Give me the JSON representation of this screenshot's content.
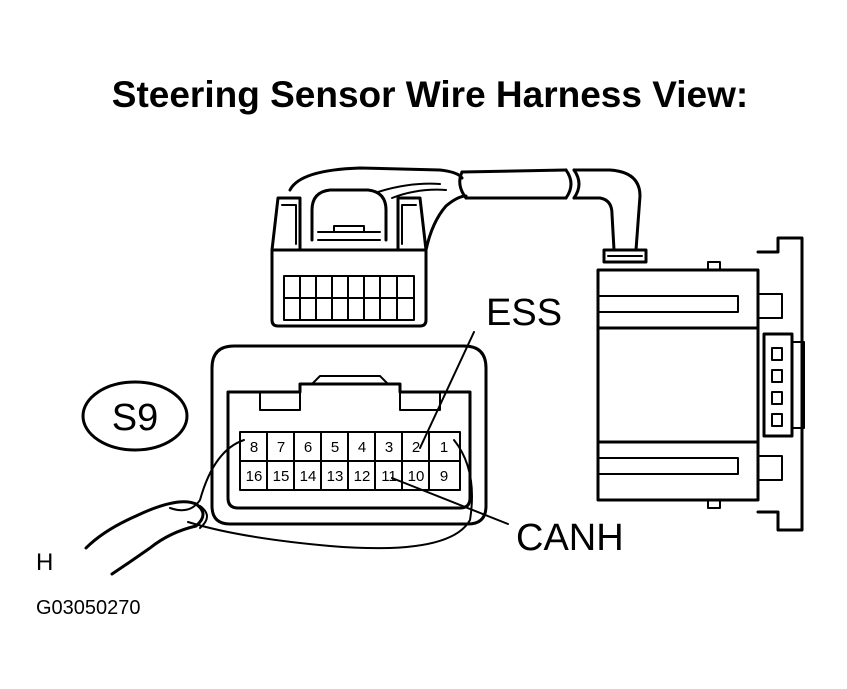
{
  "title": "Steering Sensor Wire Harness View:",
  "connector_id": "S9",
  "callouts": {
    "ess": "ESS",
    "canh": "CANH"
  },
  "side_label": "H",
  "figure_code": "G03050270",
  "pins_top": [
    "8",
    "7",
    "6",
    "5",
    "4",
    "3",
    "2",
    "1"
  ],
  "pins_bottom": [
    "16",
    "15",
    "14",
    "13",
    "12",
    "11",
    "10",
    "9"
  ],
  "colors": {
    "line": "#000000",
    "background": "#ffffff"
  }
}
